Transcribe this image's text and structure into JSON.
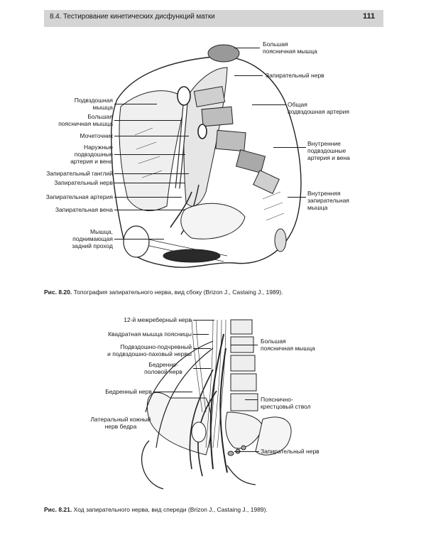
{
  "header": {
    "section_title": "8.4. Тестирование кинетических дисфункций матки",
    "page_number": "111"
  },
  "figure1": {
    "labels_left": [
      "Подвздошная\nмышца",
      "Большая\nпоясничная мышца",
      "Мочеточник",
      "Наружные\nподвздошные\nартерия и вена",
      "Запирательный ганглий",
      "Запирательный нерв",
      "Запирательная артерия",
      "Запирательная вена",
      "Мышца,\nподнимающая\nзадний проход"
    ],
    "labels_right": [
      "Большая\nпоясничная мышца",
      "Запирательный нерв",
      "Общая\nподвздошная артерия",
      "Внутренние\nподвздошные\nартерия и вена",
      "Внутренняя\nзапирательная\nмышца"
    ],
    "caption_num": "Рис. 8.20.",
    "caption_text": " Топография запирательного нерва, вид сбоку (Brizon J., Castaing J., 1989)."
  },
  "figure2": {
    "labels_left": [
      "12-й межреберный нерв",
      "Квадратная мышца поясницы",
      "Подвздошно-подчревный\nи подвздошно-паховый нервы",
      "Бедренно-\nполовой нерв",
      "Бедренный нерв",
      "Латеральный кожный\nнерв бедра"
    ],
    "labels_right": [
      "Большая\nпоясничная мышца",
      "Пояснично-\nкрестцовый ствол",
      "Запирательный нерв"
    ],
    "caption_num": "Рис. 8.21.",
    "caption_text": " Ход запирательного нерва, вид спереди (Brizon J., Castaing J., 1989)."
  }
}
